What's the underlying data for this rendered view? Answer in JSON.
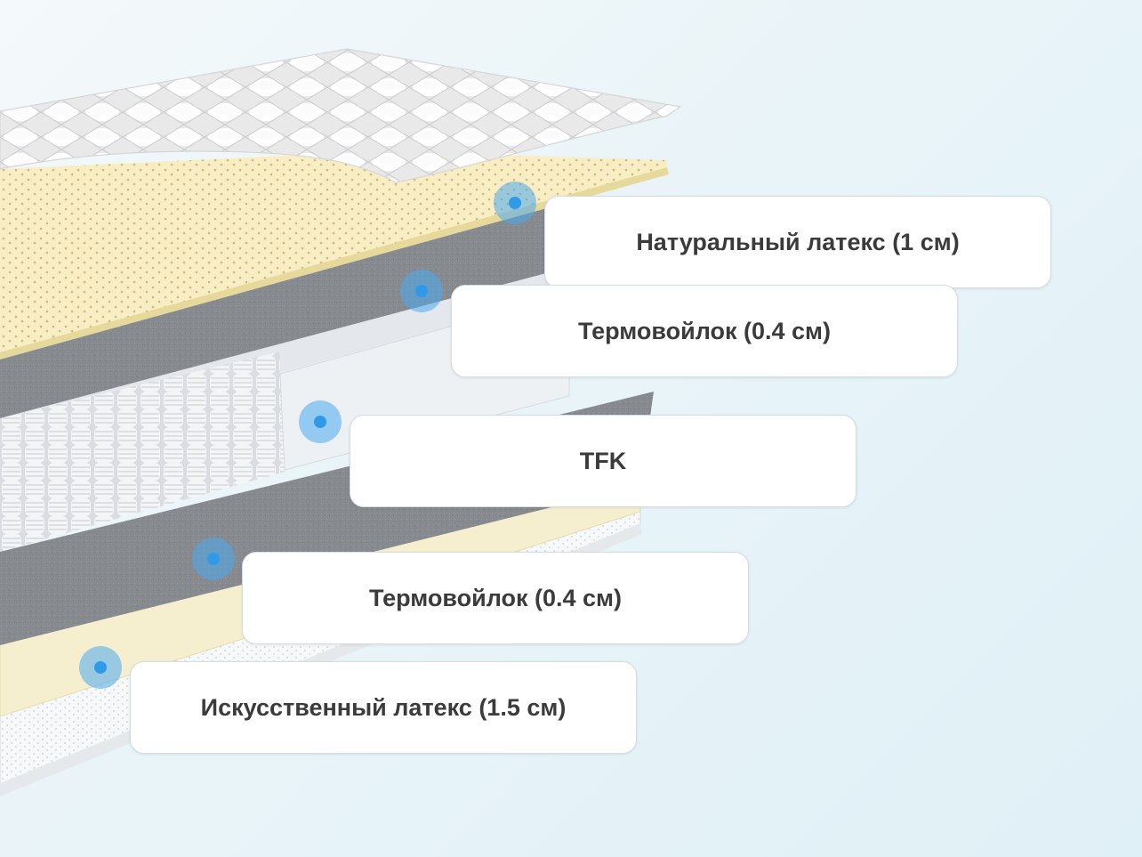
{
  "layers": [
    {
      "label": "Натуральный латекс (1 см)"
    },
    {
      "label": "Термовойлок (0.4 см)"
    },
    {
      "label": "TFK"
    },
    {
      "label": "Термовойлок (0.4 см)"
    },
    {
      "label": "Искусственный латекс (1.5 см)"
    }
  ],
  "colors": {
    "hotspot_ring": "#4aaaee",
    "hotspot_core": "#2f9be8",
    "latex": "#f8edc3",
    "felt": "#8a8e93",
    "springs": "#eef0f3",
    "quilted_cover": "#f2f2f2",
    "label_text": "#3b3b3b"
  }
}
